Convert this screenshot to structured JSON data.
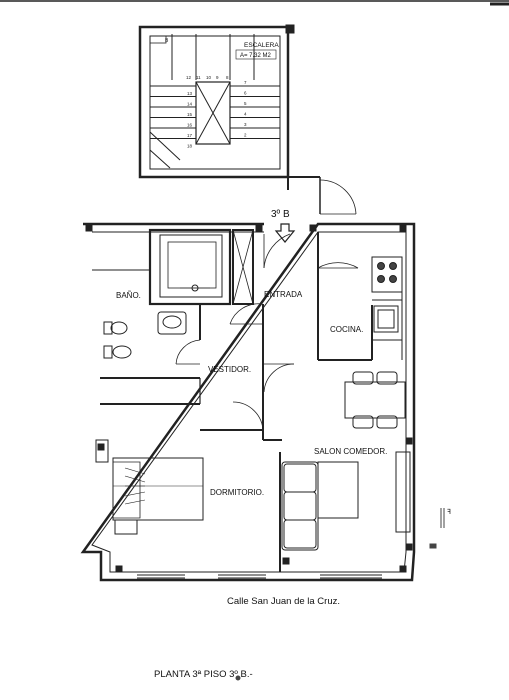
{
  "stair": {
    "title": "ESCALERA",
    "area": "A= 7.32 M2",
    "tag": "B",
    "steps_top": [
      "12",
      "11",
      "10",
      "9",
      "8"
    ],
    "steps_left": [
      "13",
      "14",
      "15",
      "16",
      "17",
      "18"
    ],
    "steps_right": [
      "7",
      "6",
      "5",
      "4",
      "3",
      "2"
    ]
  },
  "unit_label": "3º  B",
  "rooms": {
    "bano": "BAÑO.",
    "entrada": "ENTRADA",
    "cocina": "COCINA.",
    "vestidor": "VESTIDOR.",
    "salon": "SALON COMEDOR.",
    "dormitorio": "DORMITORIO."
  },
  "street": "Calle San Juan de la Cruz.",
  "plan_title": "PLANTA 3ª PISO 3º B.-",
  "margin_mark": "ꟻ"
}
